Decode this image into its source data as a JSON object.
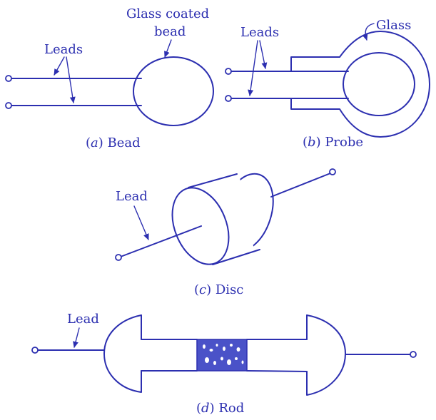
{
  "figure": {
    "bead": {
      "leads_label": "Leads",
      "bead_label_line1": "Glass coated",
      "bead_label_line2": "bead",
      "caption_letter": "a",
      "caption_text": "Bead"
    },
    "probe": {
      "leads_label": "Leads",
      "glass_label": "Glass",
      "caption_letter": "b",
      "caption_text": "Probe"
    },
    "disc": {
      "lead_label": "Lead",
      "caption_letter": "c",
      "caption_text": "Disc"
    },
    "rod": {
      "lead_label": "Lead",
      "caption_letter": "d",
      "caption_text": "Rod"
    }
  },
  "colors": {
    "ink": "#2c2fb0",
    "rod_core": "#4a52c8"
  }
}
